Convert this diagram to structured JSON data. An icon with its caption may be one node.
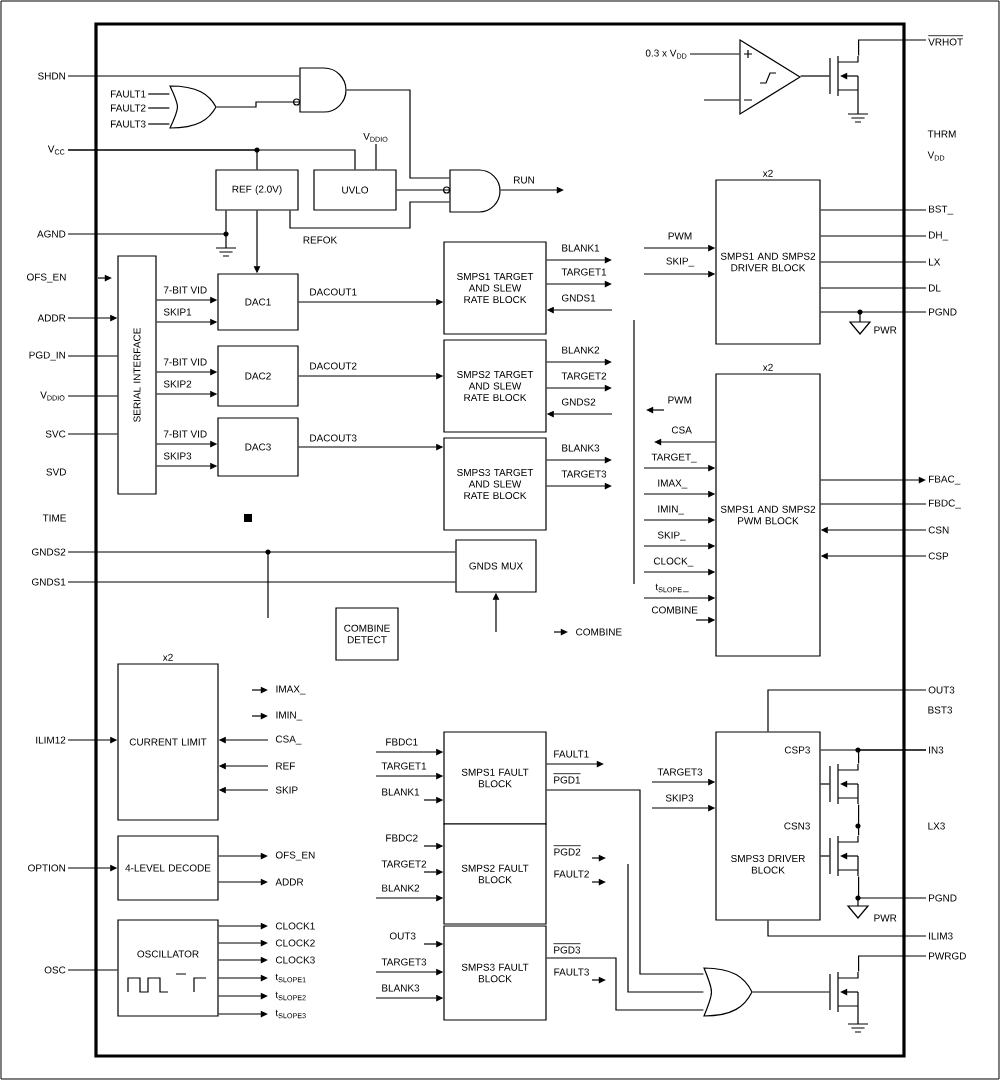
{
  "diagram": {
    "nodes": [
      {
        "text": [
          "REF (2.0V)"
        ]
      },
      {
        "text": [
          "UVLO"
        ]
      },
      {
        "text": [
          "SERIAL INTERFACE"
        ]
      },
      {
        "text": [
          "DAC1"
        ]
      },
      {
        "text": [
          "DAC2"
        ]
      },
      {
        "text": [
          "DAC3"
        ]
      },
      {
        "text": [
          "SMPS1 TARGET AND SLEW RATE BLOCK"
        ]
      },
      {
        "text": [
          "SMPS2 TARGET AND SLEW RATE BLOCK"
        ]
      },
      {
        "text": [
          "SMPS3 TARGET AND SLEW RATE BLOCK"
        ]
      },
      {
        "text": [
          "GNDS MUX"
        ]
      },
      {
        "text": [
          "COMBINE DETECT"
        ]
      },
      {
        "text": [
          "SMPS1 AND SMPS2 DRIVER BLOCK"
        ],
        "beside": [
          "x2"
        ]
      },
      {
        "text": [
          "SMPS1 AND SMPS2 PWM BLOCK"
        ],
        "beside": [
          "x2"
        ]
      },
      {
        "text": [
          "CURRENT LIMIT"
        ],
        "beside": [
          "x2"
        ]
      },
      {
        "text": [
          "4-LEVEL DECODE"
        ]
      },
      {
        "text": [
          "OSCILLATOR"
        ]
      },
      {
        "text": [
          "SMPS1 FAULT BLOCK"
        ]
      },
      {
        "text": [
          "SMPS2 FAULT BLOCK"
        ]
      },
      {
        "text": [
          "SMPS3 FAULT BLOCK"
        ]
      },
      {
        "text": [
          "SMPS3 DRIVER BLOCK"
        ]
      },
      {
        "text": [
          "ILIM12"
        ]
      },
      {
        "text": [
          "OPTION"
        ]
      },
      {
        "text": [
          "OSC"
        ]
      },
      {
        "text": [
          "ADDR"
        ]
      },
      {
        "text": [
          "PGD_IN"
        ]
      },
      {
        "text": [
          "V$_{DDIO}$"
        ]
      },
      {
        "text": [
          "SVC"
        ]
      },
      {
        "text": [
          "GNDS2"
        ]
      },
      {
        "text": [
          "GNDS1"
        ]
      },
      {
        "text": [
          "BST_"
        ]
      },
      {
        "text": [
          "DH_"
        ]
      },
      {
        "text": [
          "LX"
        ]
      },
      {
        "text": [
          "DL"
        ]
      },
      {
        "text": [
          "PGND"
        ]
      },
      {
        "text": [
          "FBAC_"
        ]
      },
      {
        "text": [
          "FBDC_"
        ]
      },
      {
        "text": [
          "CSN"
        ]
      },
      {
        "text": [
          "CSP"
        ]
      },
      {
        "text": [
          "OUT3"
        ]
      },
      {
        "text": [
          "ILIM3"
        ]
      },
      {
        "text": [
          "SHDN"
        ]
      },
      {
        "text": [
          "FAULT1"
        ]
      },
      {
        "text": [
          "FAULT2"
        ]
      },
      {
        "text": [
          "FAULT3"
        ]
      },
      {
        "text": [
          "V$_{CC}$"
        ]
      },
      {
        "text": [
          "V$_{DDIO}$"
        ]
      },
      {
        "text": [
          "AGND"
        ]
      },
      {
        "text": [
          "0.3 x V$_{DD}$"
        ]
      },
      {
        "text": [
          "VRHOT"
        ]
      },
      {
        "text": [
          "IN3"
        ]
      },
      {
        "text": [
          "PGND"
        ]
      },
      {
        "text": [
          "PWRGD"
        ]
      },
      {
        "text": [],
        "shape": "or-gate"
      },
      {
        "text": [],
        "shape": "and-gate"
      },
      {
        "text": [],
        "shape": "and-gate"
      },
      {
        "text": [],
        "shape": "triangle"
      },
      {
        "text": [],
        "shape": "transistor"
      },
      {
        "text": [],
        "shape": "transistor"
      },
      {
        "text": [],
        "shape": "transistor"
      },
      {
        "text": [],
        "shape": "or-gate"
      },
      {
        "text": [],
        "shape": "transistor"
      }
    ],
    "edges": [
      {
        "from": 0,
        "to": 3,
        "arrow": "to"
      },
      {
        "from": 3,
        "to": 6,
        "arrow": "to",
        "label": "DACOUT1"
      },
      {
        "from": 4,
        "to": 7,
        "arrow": "to",
        "label": "DACOUT2"
      },
      {
        "from": 5,
        "to": 8,
        "arrow": "to",
        "label": "DACOUT3"
      },
      {
        "from": 20,
        "to": 13,
        "arrow": "to"
      },
      {
        "from": 21,
        "to": 14,
        "arrow": "to"
      },
      {
        "from": 22,
        "to": 15,
        "arrow": "none"
      },
      {
        "from": 23,
        "to": 2,
        "arrow": "to"
      },
      {
        "from": 24,
        "to": 2,
        "arrow": "none"
      },
      {
        "from": 25,
        "to": 2,
        "arrow": "none"
      },
      {
        "from": 26,
        "to": 2,
        "arrow": "none"
      },
      {
        "from": 27,
        "to": 9,
        "arrow": "none"
      },
      {
        "from": 28,
        "to": 9,
        "arrow": "none"
      },
      {
        "from": 11,
        "to": 29,
        "arrow": "none"
      },
      {
        "from": 11,
        "to": 30,
        "arrow": "none"
      },
      {
        "from": 11,
        "to": 31,
        "arrow": "none"
      },
      {
        "from": 11,
        "to": 32,
        "arrow": "none"
      },
      {
        "from": 11,
        "to": 33,
        "arrow": "none"
      },
      {
        "from": 12,
        "to": 34,
        "arrow": "to"
      },
      {
        "from": 12,
        "to": 35,
        "arrow": "none"
      },
      {
        "from": 36,
        "to": 12,
        "arrow": "to"
      },
      {
        "from": 37,
        "to": 12,
        "arrow": "to"
      },
      {
        "from": 38,
        "to": 19,
        "arrow": "none"
      },
      {
        "from": 19,
        "to": 39,
        "arrow": "none"
      },
      {
        "from": 2,
        "to": 3,
        "arrow": "to",
        "label": "7-BIT VID"
      },
      {
        "from": 2,
        "to": 3,
        "arrow": "to",
        "label": "SKIP1"
      },
      {
        "from": 2,
        "to": 4,
        "arrow": "to",
        "label": "7-BIT VID"
      },
      {
        "from": 2,
        "to": 4,
        "arrow": "to",
        "label": "SKIP2"
      },
      {
        "from": 2,
        "to": 5,
        "arrow": "to",
        "label": "7-BIT VID"
      },
      {
        "from": 2,
        "to": 5,
        "arrow": "to",
        "label": "SKIP3"
      },
      {
        "from": 6,
        "to": null,
        "arrow": "to",
        "label": "BLANK1"
      },
      {
        "from": 6,
        "to": null,
        "arrow": "to",
        "label": "TARGET1"
      },
      {
        "from": null,
        "to": 6,
        "arrow": "to",
        "label": "GNDS1"
      },
      {
        "from": 7,
        "to": null,
        "arrow": "to",
        "label": "BLANK2"
      },
      {
        "from": 7,
        "to": null,
        "arrow": "to",
        "label": "TARGET2"
      },
      {
        "from": null,
        "to": 7,
        "arrow": "to",
        "label": "GNDS2"
      },
      {
        "from": 8,
        "to": null,
        "arrow": "to",
        "label": "BLANK3"
      },
      {
        "from": 8,
        "to": null,
        "arrow": "to",
        "label": "TARGET3"
      },
      {
        "from": null,
        "to": 11,
        "arrow": "to",
        "label": "PWM"
      },
      {
        "from": null,
        "to": 11,
        "arrow": "to",
        "label": "SKIP_"
      },
      {
        "from": 12,
        "to": null,
        "arrow": "to",
        "label": "CSA"
      },
      {
        "from": null,
        "to": 12,
        "arrow": "to",
        "label": "TARGET_"
      },
      {
        "from": null,
        "to": 12,
        "arrow": "to",
        "label": "IMAX_"
      },
      {
        "from": null,
        "to": 12,
        "arrow": "to",
        "label": "IMIN_"
      },
      {
        "from": null,
        "to": 12,
        "arrow": "to",
        "label": "SKIP_"
      },
      {
        "from": null,
        "to": 12,
        "arrow": "to",
        "label": "CLOCK_"
      },
      {
        "from": null,
        "to": 12,
        "arrow": "to",
        "label": "t$_{SLOPE}$_"
      },
      {
        "from": null,
        "to": 12,
        "arrow": "to",
        "label": "COMBINE"
      },
      {
        "from": null,
        "to": 13,
        "arrow": "to",
        "label": "CSA_"
      },
      {
        "from": null,
        "to": 13,
        "arrow": "to",
        "label": "REF"
      },
      {
        "from": null,
        "to": 13,
        "arrow": "to",
        "label": "SKIP"
      },
      {
        "from": 14,
        "to": null,
        "arrow": "to",
        "label": "OFS_EN"
      },
      {
        "from": 14,
        "to": null,
        "arrow": "to",
        "label": "ADDR"
      },
      {
        "from": 15,
        "to": null,
        "arrow": "to",
        "label": "CLOCK1"
      },
      {
        "from": 15,
        "to": null,
        "arrow": "to",
        "label": "CLOCK2"
      },
      {
        "from": 15,
        "to": null,
        "arrow": "to",
        "label": "CLOCK3"
      },
      {
        "from": 15,
        "to": null,
        "arrow": "to",
        "label": "t$_{SLOPE1}$"
      },
      {
        "from": 15,
        "to": null,
        "arrow": "to",
        "label": "t$_{SLOPE2}$"
      },
      {
        "from": 15,
        "to": null,
        "arrow": "to",
        "label": "t$_{SLOPE3}$"
      },
      {
        "from": null,
        "to": 16,
        "arrow": "to",
        "label": "FBDC1"
      },
      {
        "from": null,
        "to": 16,
        "arrow": "to",
        "label": "TARGET1"
      },
      {
        "from": null,
        "to": 16,
        "arrow": "to",
        "label": "BLANK1"
      },
      {
        "from": null,
        "to": 17,
        "arrow": "to",
        "label": "FBDC2"
      },
      {
        "from": null,
        "to": 17,
        "arrow": "to",
        "label": "TARGET2"
      },
      {
        "from": null,
        "to": 17,
        "arrow": "to",
        "label": "BLANK2"
      },
      {
        "from": null,
        "to": 18,
        "arrow": "to",
        "label": "OUT3"
      },
      {
        "from": null,
        "to": 18,
        "arrow": "to",
        "label": "TARGET3"
      },
      {
        "from": null,
        "to": 18,
        "arrow": "to",
        "label": "BLANK3"
      },
      {
        "from": 16,
        "to": null,
        "arrow": "to",
        "label": "FAULT1"
      },
      {
        "from": 16,
        "to": 59,
        "arrow": "none",
        "label": "PGD1"
      },
      {
        "from": 18,
        "to": 59,
        "arrow": "none",
        "label": "PGD3"
      },
      {
        "from": null,
        "to": 59,
        "arrow": "none"
      },
      {
        "from": null,
        "to": 19,
        "arrow": "to",
        "label": "TARGET3"
      },
      {
        "from": null,
        "to": 19,
        "arrow": "to",
        "label": "SKIP3"
      },
      {
        "from": 40,
        "to": 53,
        "arrow": "none"
      },
      {
        "from": 41,
        "to": 52,
        "arrow": "none"
      },
      {
        "from": 42,
        "to": 52,
        "arrow": "none"
      },
      {
        "from": 43,
        "to": 52,
        "arrow": "none"
      },
      {
        "from": 52,
        "to": 53,
        "arrow": "none"
      },
      {
        "from": 53,
        "to": 54,
        "arrow": "none"
      },
      {
        "from": 1,
        "to": 54,
        "arrow": "none"
      },
      {
        "from": 0,
        "to": 54,
        "arrow": "none",
        "label": "REFOK"
      },
      {
        "from": 54,
        "to": null,
        "arrow": "to",
        "label": "RUN"
      },
      {
        "from": 44,
        "to": 0,
        "arrow": "none"
      },
      {
        "from": 44,
        "to": 1,
        "arrow": "none"
      },
      {
        "from": 45,
        "to": 1,
        "arrow": "none"
      },
      {
        "from": 46,
        "to": 0,
        "arrow": "none"
      },
      {
        "from": 47,
        "to": 55,
        "arrow": "none"
      },
      {
        "from": 55,
        "to": 56,
        "arrow": "none"
      },
      {
        "from": 56,
        "to": 48,
        "arrow": "none"
      },
      {
        "from": 59,
        "to": 60,
        "arrow": "none"
      },
      {
        "from": 60,
        "to": 51,
        "arrow": "none"
      },
      {
        "from": 19,
        "to": 49,
        "arrow": "none"
      },
      {
        "from": 19,
        "to": 57,
        "arrow": "none"
      },
      {
        "from": 19,
        "to": 58,
        "arrow": "none"
      },
      {
        "from": 57,
        "to": 49,
        "arrow": "none"
      },
      {
        "from": 57,
        "to": 58,
        "arrow": "none"
      },
      {
        "from": 58,
        "to": 50,
        "arrow": "none"
      },
      {
        "from": null,
        "to": 9,
        "arrow": "to"
      },
      {
        "from": null,
        "to": 55,
        "arrow": "none"
      }
    ],
    "labels": [
      "OFS_EN",
      "SVD",
      "TIME",
      "THRM",
      "V$_{DD}$",
      "PWR",
      "PWM",
      "COMBINE",
      "IMAX_",
      "IMIN_",
      "PGD2",
      "FAULT2",
      "FAULT3",
      "BST3",
      "CSP3",
      "CSN3",
      "LX3",
      "PWR"
    ]
  }
}
